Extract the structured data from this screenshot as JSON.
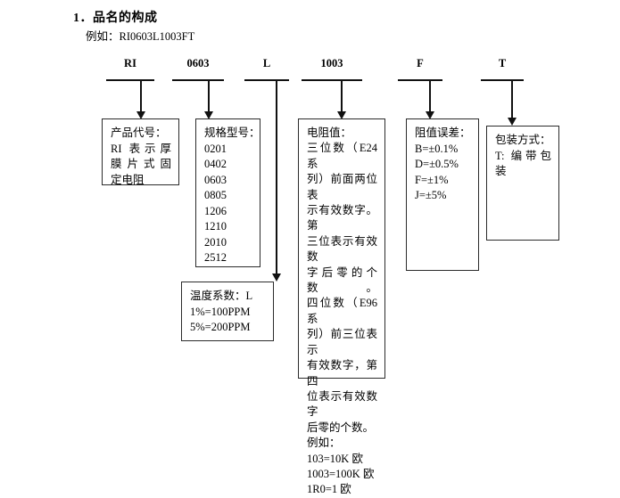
{
  "document": {
    "section_number": "1．",
    "title": "品名的构成",
    "example_label": "例如：",
    "example_value": "RI0603L1003FT",
    "example_line": "例如：RI0603L1003FT"
  },
  "part_code": {
    "segments": [
      {
        "id": "product-code",
        "label": "RI"
      },
      {
        "id": "size-code",
        "label": "0603"
      },
      {
        "id": "tempco-code",
        "label": "L"
      },
      {
        "id": "resistance-code",
        "label": "1003"
      },
      {
        "id": "tolerance-code",
        "label": "F"
      },
      {
        "id": "packaging-code",
        "label": "T"
      }
    ]
  },
  "boxes": {
    "product": {
      "heading": "产品代号：",
      "lines": [
        "RI 表示厚",
        "膜片式固",
        "定电阻"
      ]
    },
    "size": {
      "heading": "规格型号：",
      "values": [
        "0201",
        "0402",
        "0603",
        "0805",
        "1206",
        "1210",
        "2010",
        "2512"
      ]
    },
    "tempco": {
      "heading": "温度系数：L",
      "lines": [
        "1%=100PPM",
        "5%=200PPM"
      ]
    },
    "resistance": {
      "heading": "电阻值：",
      "lines": [
        "三位数（E24 系",
        "列）前面两位表",
        "示有效数字。第",
        "三位表示有效数",
        "字后零的个数。",
        "四位数（E96 系",
        "列）前三位表示",
        "有效数字，第四",
        "位表示有效数字",
        "后零的个数。"
      ],
      "example_label": "例如：",
      "examples": [
        "103=10K 欧",
        "1003=100K 欧",
        "1R0=1 欧"
      ]
    },
    "tolerance": {
      "heading": "阻值误差：",
      "lines": [
        "B=±0.1%",
        "D=±0.5%",
        "F=±1%",
        "J=±5%"
      ]
    },
    "packaging": {
      "heading": "包装方式：",
      "lines": [
        "T: 编带包",
        "装"
      ]
    }
  },
  "colors": {
    "page_background": "#ffffff",
    "text": "#000000",
    "line": "#111111",
    "box_border": "#2b2b2b"
  }
}
